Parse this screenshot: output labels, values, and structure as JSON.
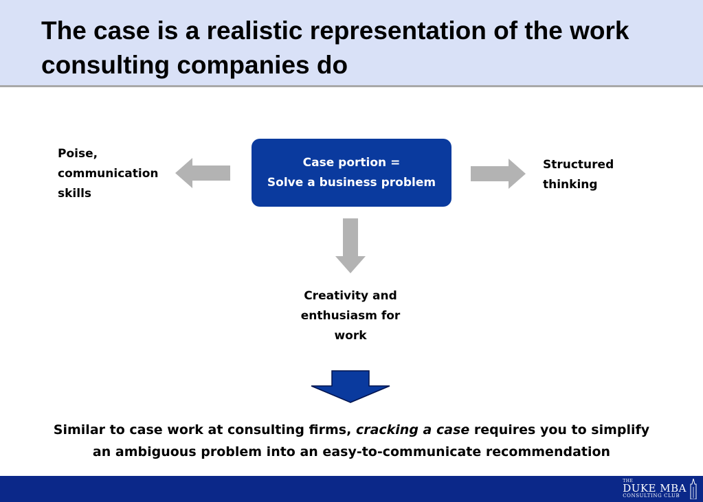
{
  "title": "The case is a realistic representation of the work consulting companies do",
  "center_box": {
    "line1": "Case portion =",
    "line2": "Solve a business problem"
  },
  "left_label": [
    "Poise,",
    "communication",
    "skills"
  ],
  "right_label": [
    "Structured",
    "thinking"
  ],
  "bottom_label": [
    "Creativity and",
    "enthusiasm for",
    "work"
  ],
  "conclusion": {
    "line1_before": "Similar to case work at consulting firms, ",
    "line1_italic": "cracking a case",
    "line1_after": " requires you to simplify",
    "line2": "an ambiguous problem into an easy-to-communicate recommendation"
  },
  "logo": {
    "the": "THE",
    "main": "DUKE MBA",
    "sub": "CONSULTING CLUB"
  },
  "colors": {
    "header_bg": "#d9e1f7",
    "box_fill": "#0a3a9e",
    "arrow_gray": "#b3b3b3",
    "footer_bg": "#0b2889"
  }
}
